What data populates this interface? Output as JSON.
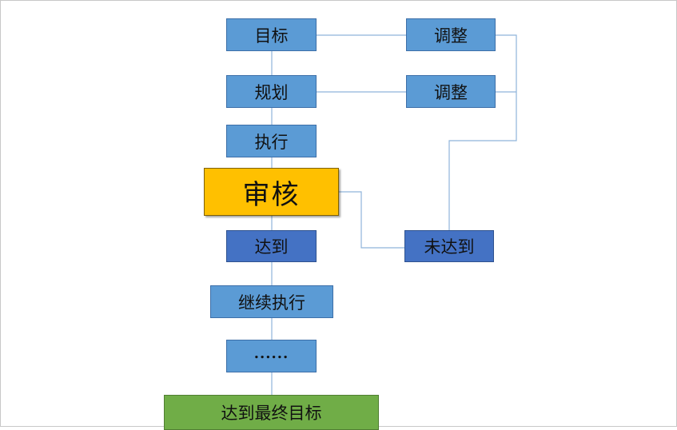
{
  "colors": {
    "node_blue": "#5b9bd5",
    "node_dark_blue": "#4472c4",
    "node_gold": "#ffc000",
    "node_green": "#70ad47",
    "connector": "#8fb4da"
  },
  "nodes": {
    "goal": "目标",
    "plan": "规划",
    "execute": "执行",
    "review": "审核",
    "achieved": "达到",
    "continue_execute": "继续执行",
    "ellipsis": "......",
    "final_goal": "达到最终目标",
    "adjust_1": "调整",
    "adjust_2": "调整",
    "not_achieved": "未达到"
  }
}
